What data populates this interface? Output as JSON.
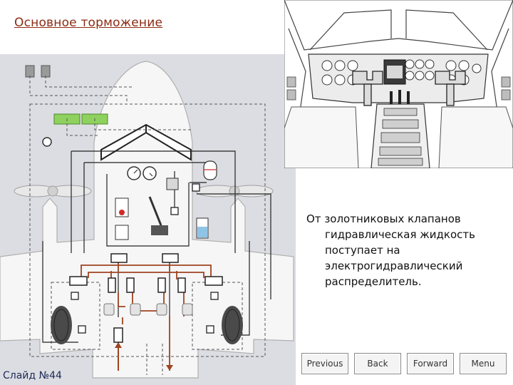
{
  "slide": {
    "title": "Основное торможение",
    "description": "От золотниковых клапанов гидравлическая жидкость поступает на электрогидравлический распределитель.",
    "number_label": "Слайд №44"
  },
  "nav": {
    "previous": "Previous",
    "back": "Back",
    "forward": "Forward",
    "menu": "Menu"
  },
  "colors": {
    "title": "#8c2a12",
    "diagram_background": "#dcdde2",
    "aircraft_body": "#f6f6f6",
    "hydraulic_line": "#a0431f",
    "status_indicator": "#8fd15f",
    "warning_light": "#d22a2a",
    "fluid": "#8fc4e6"
  },
  "icons": [
    "pressure-gauge-icon",
    "brake-pedal-icon",
    "warning-light-icon",
    "wheel-icon",
    "fluid-tank-icon"
  ]
}
